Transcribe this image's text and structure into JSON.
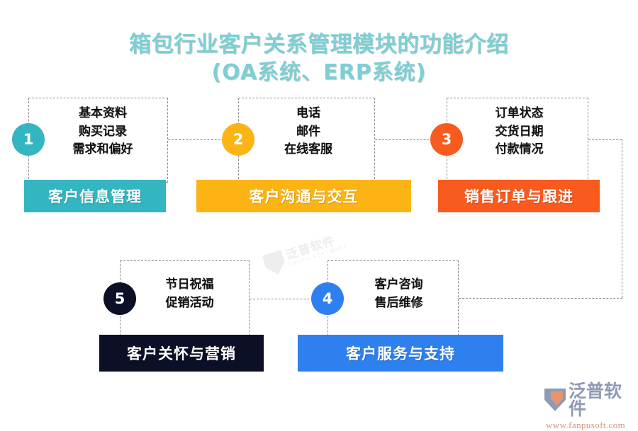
{
  "title": {
    "line1": "箱包行业客户关系管理模块的功能介绍",
    "line2": "(OA系统、ERP系统)",
    "color": "#7ccfd4"
  },
  "colors": {
    "teal": "#33b5c2",
    "amber": "#fcb415",
    "orange_red": "#f95a1e",
    "blue": "#2f80ef",
    "navy": "#0b1026",
    "dash_line": "#8a8a8a"
  },
  "nodes": [
    {
      "number": "1",
      "label": "客户信息管理",
      "color": "#33b5c2",
      "items": [
        "基本资料",
        "购买记录",
        "需求和偏好"
      ]
    },
    {
      "number": "2",
      "label": "客户沟通与交互",
      "color": "#fcb415",
      "items": [
        "电话",
        "邮件",
        "在线客服"
      ]
    },
    {
      "number": "3",
      "label": "销售订单与跟进",
      "color": "#f95a1e",
      "items": [
        "订单状态",
        "交货日期",
        "付款情况"
      ]
    },
    {
      "number": "4",
      "label": "客户服务与支持",
      "color": "#2f80ef",
      "items": [
        "客户咨询",
        "售后维修"
      ]
    },
    {
      "number": "5",
      "label": "客户关怀与营销",
      "color": "#0b1026",
      "items": [
        "节日祝福",
        "促销活动"
      ]
    }
  ],
  "watermark": {
    "cn": "泛普软件",
    "en": "FANPU SOFTWARE"
  },
  "logo": {
    "name": "泛普软件",
    "url": "www.fanpusoft.com"
  }
}
